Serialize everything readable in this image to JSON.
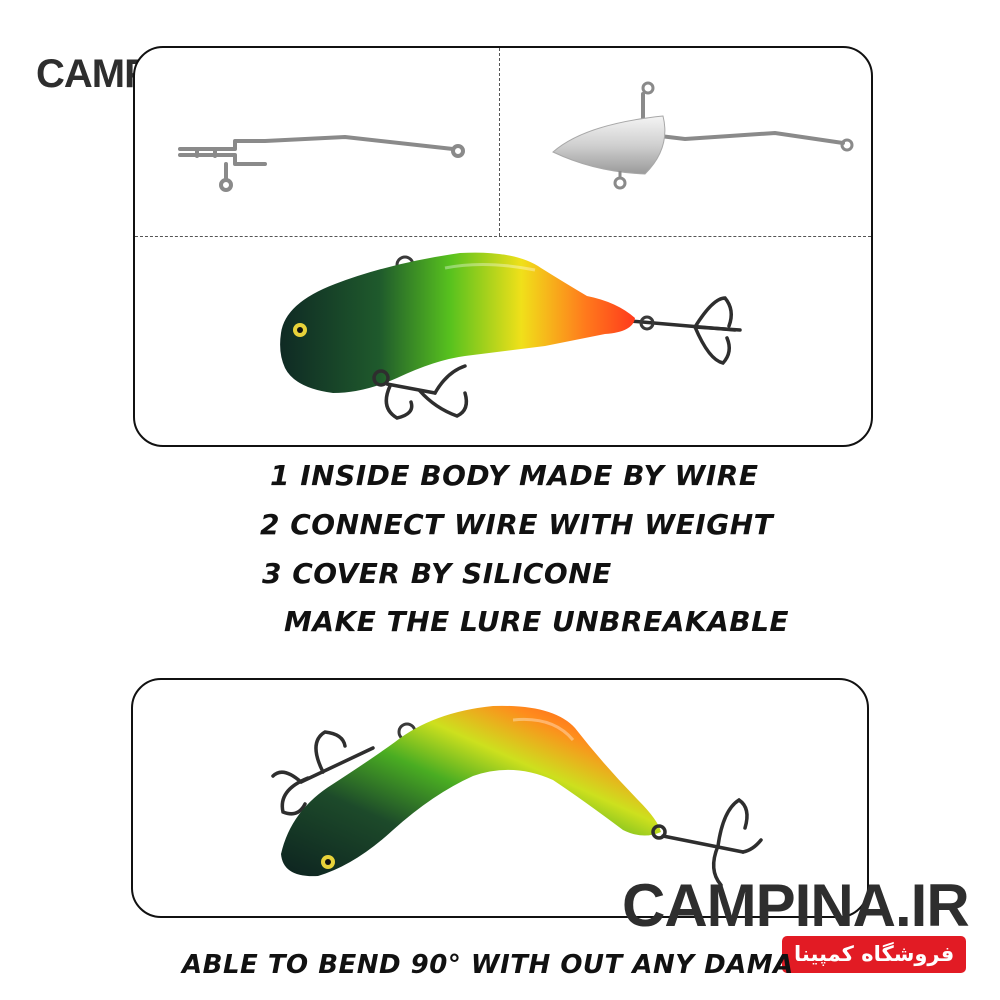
{
  "captions": {
    "line1": "1 INSIDE BODY MADE BY WIRE",
    "line2": "2 CONNECT WIRE WITH WEIGHT",
    "line3": "3 COVER BY SILICONE",
    "line4": "MAKE THE LURE UNBREAKABLE",
    "bottom": "ABLE TO BEND 90° WITH OUT ANY DAMA"
  },
  "logo": {
    "wordmark": "CAMPINA.IR",
    "tagline": "فروشگاه کمپینا"
  },
  "colors": {
    "logo_red": "#e21b24",
    "logo_gray": "#2e2e2e",
    "lure_head": "#0f2a24",
    "lure_green": "#58c21e",
    "lure_yellow": "#f0e01a",
    "lure_orange": "#ff4a1c",
    "wire_gray": "#8a8a8a"
  },
  "images": {
    "wire_frame": "wire-frame-illustration",
    "wire_weight": "wire-with-weight-illustration",
    "lure_straight": "silicone-lure-straight",
    "lure_bent": "silicone-lure-bent-90"
  }
}
